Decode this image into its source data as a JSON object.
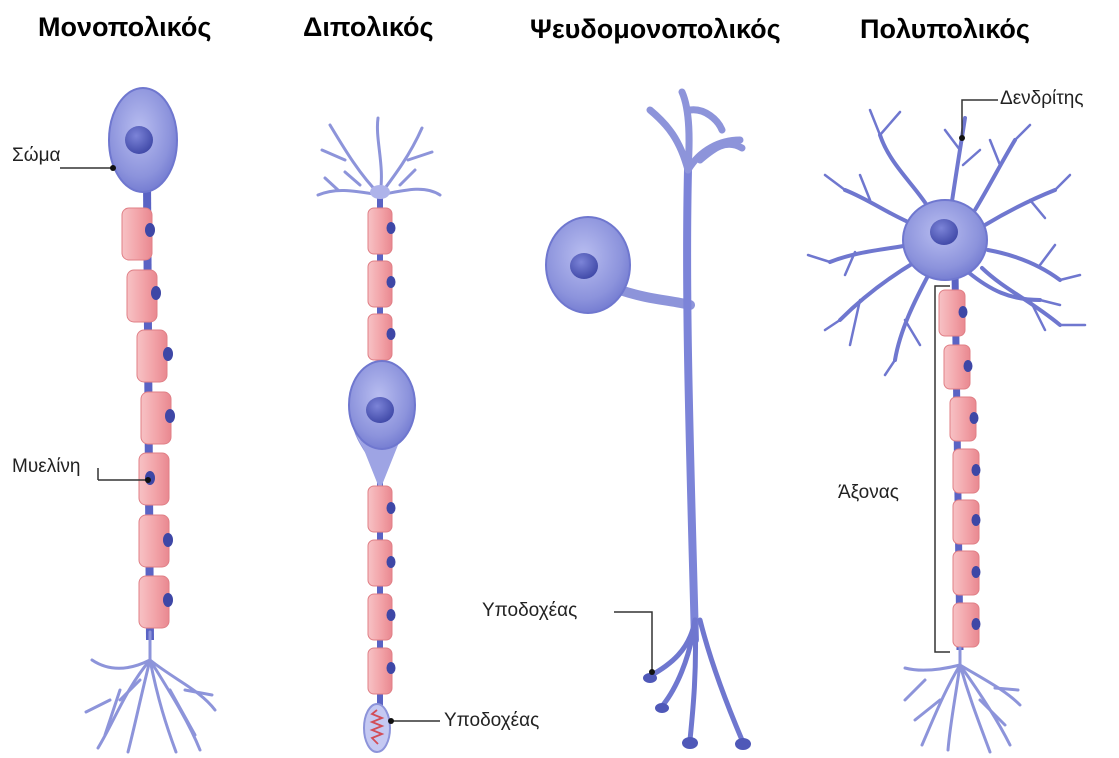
{
  "titles": {
    "unipolar": "Μονοπολικός",
    "bipolar": "Διπολικός",
    "pseudounipolar": "Ψευδομονοπολικός",
    "multipolar": "Πολυπολικός"
  },
  "labels": {
    "soma": "Σώμα",
    "myelin": "Μυελίνη",
    "receptor_bipolar": "Υποδοχέας",
    "receptor_pseudo": "Υποδοχέας",
    "dendrite": "Δενδρίτης",
    "axon": "Άξονας"
  },
  "colors": {
    "cell_body": "#8c93dc",
    "cell_body_light": "#aeb3ea",
    "nucleus": "#4f58b8",
    "fiber": "#5a63c4",
    "myelin": "#f2a3a8",
    "myelin_edge": "#e07f86",
    "leader_line": "#333333"
  }
}
